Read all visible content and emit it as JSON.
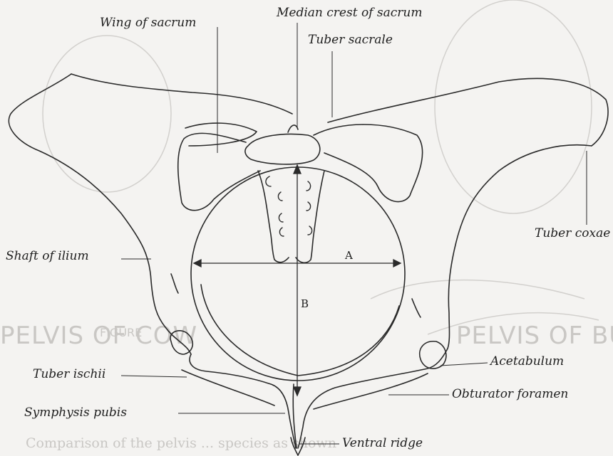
{
  "labels": {
    "wing_of_sacrum": "Wing of sacrum",
    "median_crest": "Median crest of sacrum",
    "tuber_sacrale": "Tuber sacrale",
    "shaft_of_ilium": "Shaft of ilium",
    "tuber_coxae": "Tuber coxae",
    "tuber_ischii": "Tuber ischii",
    "symphysis_pubis": "Symphysis pubis",
    "acetabulum": "Acetabulum",
    "obturator_foramen": "Obturator foramen",
    "ventral_ridge": "Ventral ridge",
    "measure_a": "A",
    "measure_b": "B"
  },
  "show_through": {
    "pelvis_of_cow": "PELVIS OF COW",
    "pelvis_of_buffalo": "PELVIS OF BU",
    "figure": "FIGURE",
    "caption_fragment": "Comparison of the pelvis ... species as shown"
  },
  "colors": {
    "paper": "#f4f3f1",
    "ink": "#1e1e1e",
    "show_through": "#c9c7c4"
  }
}
